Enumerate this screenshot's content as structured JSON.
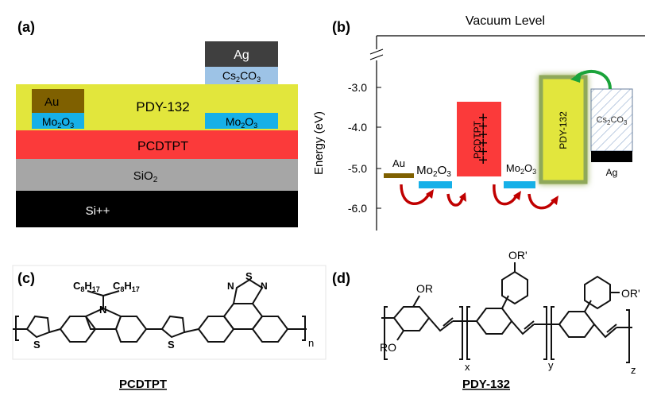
{
  "panels": {
    "a": "(a)",
    "b": "(b)",
    "c": "(c)",
    "d": "(d)"
  },
  "device": {
    "ag": "Ag",
    "cs2co3": "Cs",
    "cs2co3_sub": "2",
    "cs2co3_tail": "CO",
    "cs2co3_sub2": "3",
    "au": "Au",
    "mo_left": "Mo",
    "mo_left_sub": "2",
    "mo_left_tail": "O",
    "mo_left_sub2": "3",
    "pdy": "PDY-132",
    "mo_right": "Mo",
    "mo_right_sub": "2",
    "mo_right_tail": "O",
    "mo_right_sub2": "3",
    "pcdtpt": "PCDTPT",
    "sio2": "SiO",
    "sio2_sub": "2",
    "si": "Si++",
    "colors": {
      "ag": "#3f3f3f",
      "cs2co3": "#9dc3e6",
      "au": "#7f6000",
      "mo": "#16b0e8",
      "pdy": "#e2e63c",
      "pcdtpt": "#fb3a3a",
      "sio2": "#a6a6a6",
      "si": "#000000"
    }
  },
  "energy": {
    "vacuum_level": "Vacuum Level",
    "ylabel": "Energy (eV)",
    "ticks": [
      "-3.0",
      "-4.0",
      "-5.0",
      "-6.0"
    ],
    "au": "Au",
    "mo1": "Mo",
    "mo1_sub": "2",
    "mo1_tail": "O",
    "mo1_sub2": "3",
    "pcdtpt": "PCDTPT",
    "pcdtpt_charges": "++++++",
    "mo2": "Mo",
    "mo2_sub": "2",
    "mo2_tail": "O",
    "mo2_sub2": "3",
    "pdy": "PDY-132",
    "cs": "Cs",
    "cs_sub": "2",
    "cs_tail": "CO",
    "cs_sub2": "3",
    "ag": "Ag"
  },
  "chem_c": {
    "alkyl_left": "C",
    "alkyl_left_sub": "8",
    "alkyl_left_h": "H",
    "alkyl_left_hsub": "17",
    "alkyl_right": "C",
    "alkyl_right_sub": "8",
    "alkyl_right_h": "H",
    "alkyl_right_hsub": "17",
    "n_atom": "N",
    "s_left": "S",
    "s_mid": "S",
    "s_top": "S",
    "n_top_left": "N",
    "n_top_right": "N",
    "repeat": "n",
    "caption": "PCDTPT"
  },
  "chem_d": {
    "or": "OR",
    "ro": "RO",
    "or_prime_top": "OR'",
    "or_prime_right": "OR'",
    "x": "x",
    "y": "y",
    "z": "z",
    "caption": "PDY-132"
  }
}
